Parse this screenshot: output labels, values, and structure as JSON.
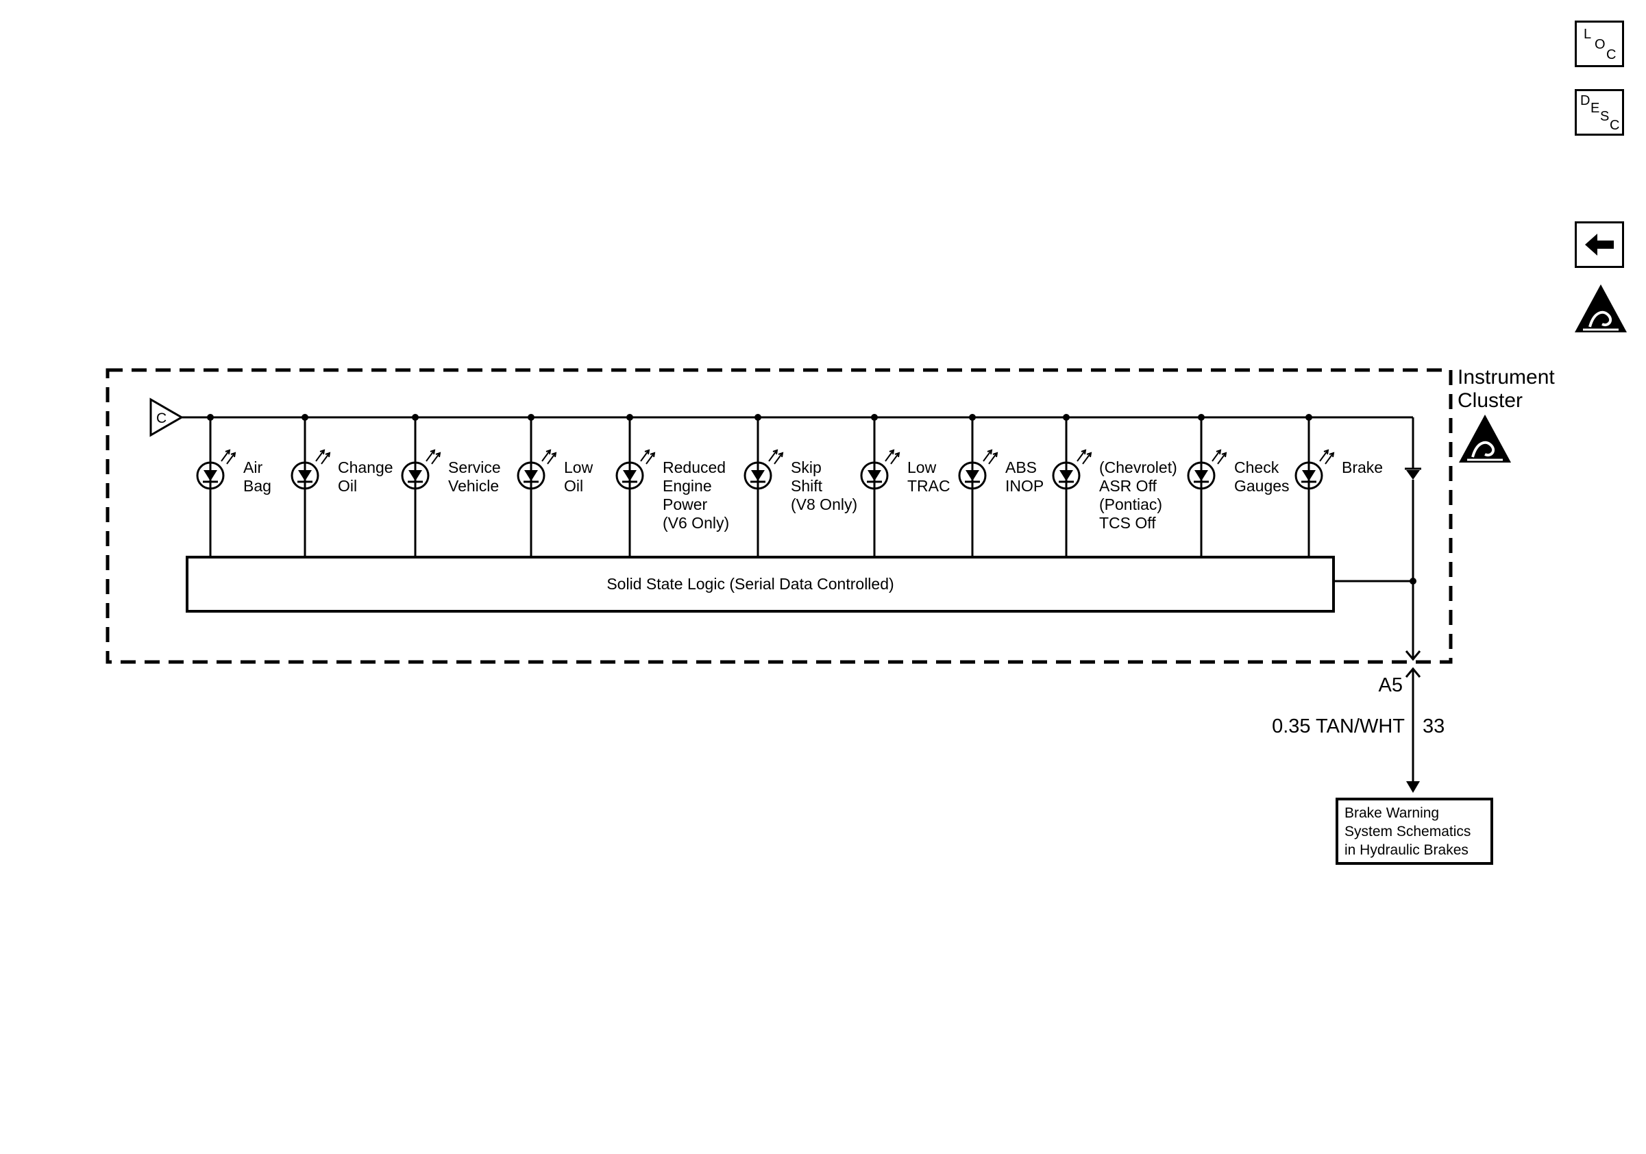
{
  "diagram": {
    "module_label": "Instrument Cluster",
    "input_connector": "C",
    "logic_block": "Solid State Logic (Serial Data Controlled)",
    "indicators": [
      {
        "lines": [
          "Air",
          "Bag"
        ]
      },
      {
        "lines": [
          "Change",
          "Oil"
        ]
      },
      {
        "lines": [
          "Service",
          "Vehicle"
        ]
      },
      {
        "lines": [
          "Low",
          "Oil"
        ]
      },
      {
        "lines": [
          "Reduced",
          "Engine",
          "Power",
          "(V6 Only)"
        ]
      },
      {
        "lines": [
          "Skip",
          "Shift",
          "(V8 Only)"
        ]
      },
      {
        "lines": [
          "Low",
          "TRAC"
        ]
      },
      {
        "lines": [
          "ABS",
          "INOP"
        ]
      },
      {
        "lines": [
          "(Chevrolet)",
          "ASR Off",
          "(Pontiac)",
          "TCS Off"
        ]
      },
      {
        "lines": [
          "Check",
          "Gauges"
        ]
      },
      {
        "lines": [
          "Brake"
        ]
      }
    ],
    "connector_pin": "A5",
    "wire": {
      "gauge_color": "0.35 TAN/WHT",
      "circuit": "33"
    },
    "reference_box": [
      "Brake Warning",
      "System Schematics",
      "in Hydraulic Brakes"
    ]
  },
  "side_buttons": {
    "loc": {
      "letters": [
        "L",
        "O",
        "C"
      ]
    },
    "desc": {
      "letters": [
        "D",
        "E",
        "S",
        "C"
      ]
    },
    "back": "back-arrow-icon",
    "esd": "esd-warning-icon"
  }
}
